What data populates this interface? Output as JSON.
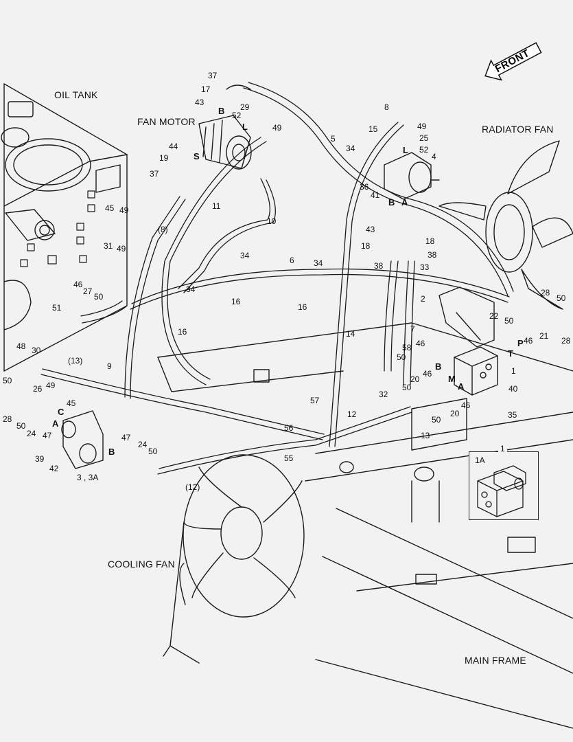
{
  "titles": {
    "oil_tank": "OIL TANK",
    "fan_motor": "FAN MOTOR",
    "radiator_fan": "RADIATOR FAN",
    "cooling_fan": "COOLING FAN",
    "main_frame": "MAIN FRAME",
    "front": "FRONT"
  },
  "inset": {
    "label": "1",
    "tag": "1A"
  },
  "callouts": {
    "c37a": "37",
    "c17": "17",
    "c43a": "43",
    "c52a": "52",
    "c29": "29",
    "c49a": "49",
    "c8": "8",
    "c49b": "49",
    "c25": "25",
    "c52b": "52",
    "c4": "4",
    "c15": "15",
    "c34a": "34",
    "c5": "5",
    "c44": "44",
    "c19": "19",
    "c37b": "37",
    "c11": "11",
    "c10": "10",
    "c36": "36",
    "c41": "41",
    "c43b": "43",
    "c18a": "18",
    "c18b": "18",
    "c38a": "38",
    "c38b": "38",
    "c33": "33",
    "c45a": "45",
    "c49c": "49",
    "c8p": "(8)",
    "c31": "31",
    "c49d": "49",
    "c34b": "34",
    "c6": "6",
    "c34c": "34",
    "c46a": "46",
    "c27": "27",
    "c50a": "50",
    "c34d": "34",
    "c16a": "16",
    "c16b": "16",
    "c16c": "16",
    "c2": "2",
    "c28a": "28",
    "c50b": "50",
    "c51": "51",
    "c48": "48",
    "c30": "30",
    "c22": "22",
    "c50c": "50",
    "c28b": "28",
    "c14": "14",
    "c7": "7",
    "c21": "21",
    "c46b": "46",
    "c13p": "(13)",
    "c9": "9",
    "c58": "58",
    "c50d": "50",
    "c46c": "46",
    "c1": "1",
    "c50e": "50",
    "c26": "26",
    "c49e": "49",
    "c20a": "20",
    "c46d": "46",
    "c40": "40",
    "c45b": "45",
    "c50f": "50",
    "c32": "32",
    "c46e": "46",
    "c28c": "28",
    "c50g": "50",
    "c24a": "24",
    "c47a": "47",
    "c57": "57",
    "c50h": "50",
    "c20b": "20",
    "c35": "35",
    "c56": "56",
    "c12": "12",
    "c13": "13",
    "c47b": "47",
    "c39": "39",
    "c24b": "24",
    "c50i": "50",
    "c55": "55",
    "c42": "42",
    "c33A": "3 , 3A",
    "c12p": "(12)"
  },
  "ports": {
    "fm_B": "B",
    "fm_L": "L",
    "fm_S": "S",
    "rf_L": "L",
    "rf_B": "B",
    "rf_A": "A",
    "vb_B": "B",
    "vb_P": "P",
    "vb_T": "T",
    "vb_M": "M",
    "vb_A": "A",
    "pump_C": "C",
    "pump_A": "A",
    "pump_B": "B"
  }
}
